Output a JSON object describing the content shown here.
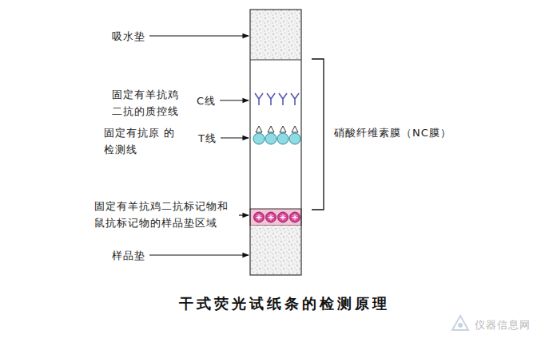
{
  "diagram": {
    "caption": "干式荧光试纸条的检测原理",
    "labels": [
      "吸水垫",
      "固定有羊抗鸡 二抗的质控线",
      "C线",
      "固定有抗原 的检测线",
      "T线",
      "固定有羊抗鸡二抗标记物和 鼠抗标记物的样品垫区域",
      "样品垫",
      "硝酸纤维素膜（NC膜）",
      "仪器信息网"
    ]
  }
}
